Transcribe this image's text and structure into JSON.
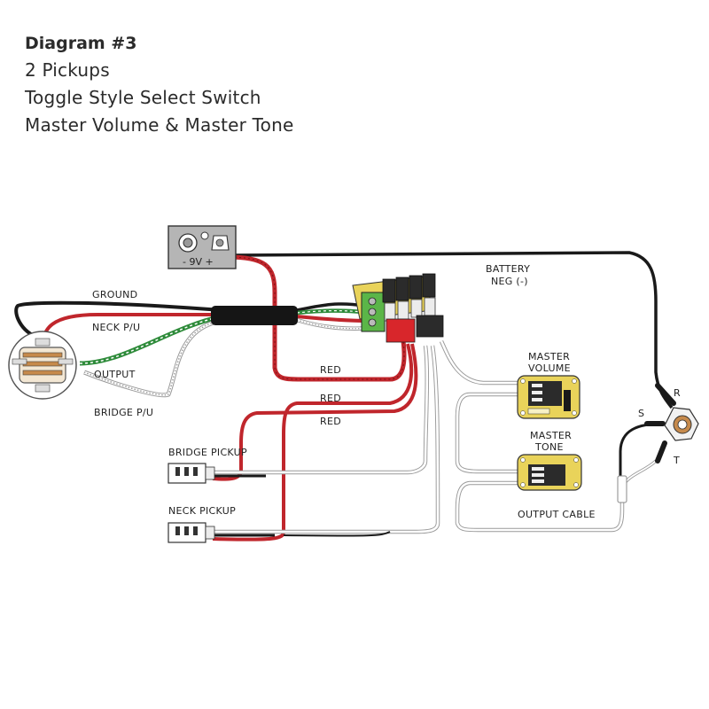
{
  "title": {
    "main": "Diagram #3",
    "line1": "2 Pickups",
    "line2": "Toggle Style Select Switch",
    "line3": "Master Volume & Master Tone"
  },
  "labels": {
    "ground": "GROUND",
    "neck_pu": "NECK P/U",
    "output": "OUTPUT",
    "bridge_pu": "BRIDGE P/U",
    "red_1": "RED",
    "red_2": "RED",
    "red_3": "RED",
    "battery_line1": "BATTERY",
    "battery_line2": "NEG (-)",
    "battery_clip_markings": "- 9V +",
    "master_volume_line1": "MASTER",
    "master_volume_line2": "VOLUME",
    "master_tone_line1": "MASTER",
    "master_tone_line2": "TONE",
    "bridge_pickup": "BRIDGE PICKUP",
    "neck_pickup": "NECK PICKUP",
    "output_cable": "OUTPUT CABLE",
    "jack_r": "R",
    "jack_s": "S",
    "jack_t": "T"
  },
  "colors": {
    "black_wire": "#1a1a1a",
    "red_wire": "#c0262c",
    "green_wire": "#2e8b3a",
    "white_wire": "#ffffff",
    "pcb_yellow": "#e9d35a",
    "terminal_green": "#5bb548",
    "connector_red": "#d8262b",
    "clip_gray": "#b5b5b5"
  }
}
